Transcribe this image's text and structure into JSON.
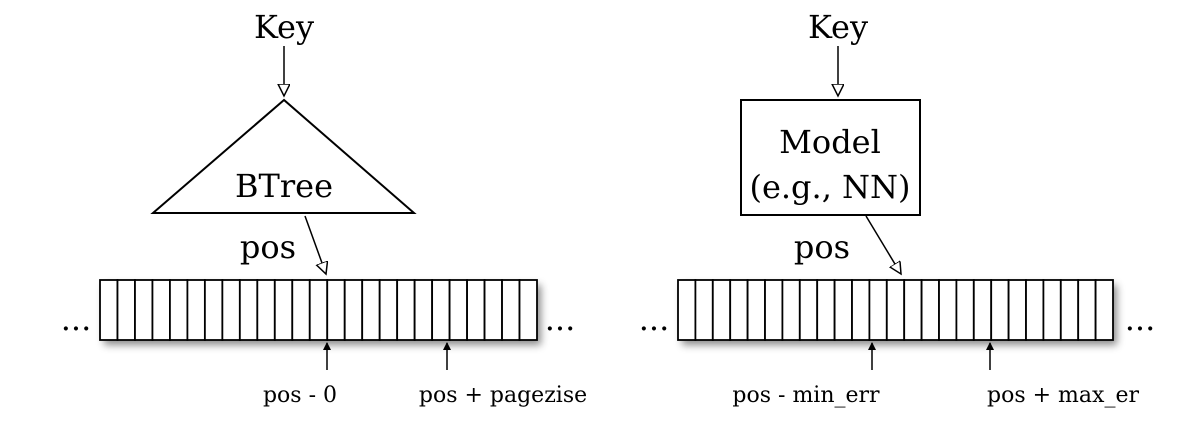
{
  "left": {
    "key": "Key",
    "index": "BTree",
    "pos": "pos",
    "ellipsis": "...",
    "cells": 25,
    "low": "pos - 0",
    "high": "pos + pagezise"
  },
  "right": {
    "key": "Key",
    "model_line1": "Model",
    "model_line2": "(e.g., NN)",
    "pos": "pos",
    "ellipsis": "...",
    "cells": 25,
    "low": "pos - min_err",
    "high": "pos + max_er"
  }
}
